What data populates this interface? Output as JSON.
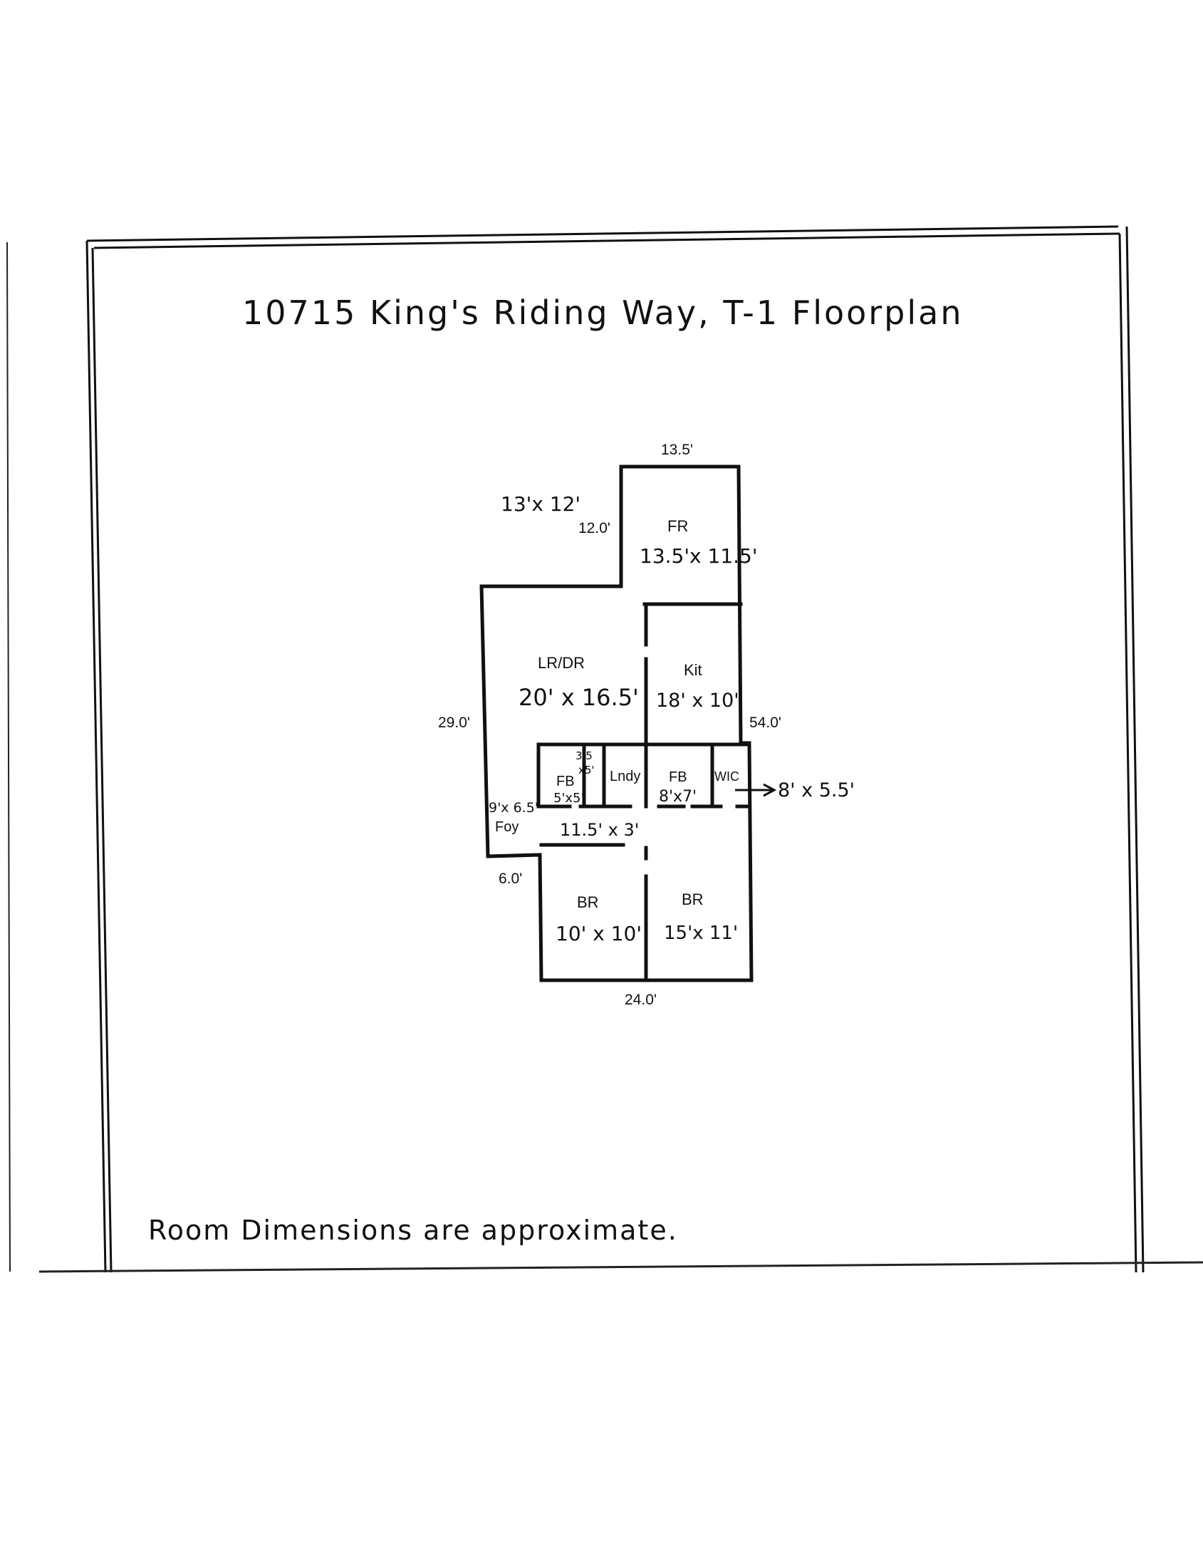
{
  "title": "10715 King's Riding Way, T-1 Floorplan",
  "footer_note": "Room Dimensions are approximate.",
  "outer_dimensions": {
    "top_width": "13.5'",
    "fr_left_height": "12.0'",
    "left_height": "29.0'",
    "right_height": "54.0'",
    "bottom_width": "24.0'",
    "foyer_step": "6.0'"
  },
  "extra_note": "13'x 12'",
  "rooms": {
    "fr": {
      "name": "FR",
      "size": "13.5'x 11.5'"
    },
    "lrdr": {
      "name": "LR/DR",
      "size": "20' x 16.5'"
    },
    "kit": {
      "name": "Kit",
      "size": "18' x 10'"
    },
    "fb1": {
      "name": "FB",
      "size": "5'x5'"
    },
    "closet": {
      "size_top": "3.5",
      "size_bottom": "x5'"
    },
    "lndy": {
      "name": "Lndy"
    },
    "fb2": {
      "name": "FB",
      "size": "8'x7'"
    },
    "wic": {
      "name": "WIC",
      "size": "8' x 5.5'"
    },
    "foyer": {
      "name": "Foy",
      "size": "9'x 6.5'"
    },
    "hall": {
      "size": "11.5' x 3'"
    },
    "br1": {
      "name": "BR",
      "size": "10' x 10'"
    },
    "br2": {
      "name": "BR",
      "size": "15'x 11'"
    }
  }
}
